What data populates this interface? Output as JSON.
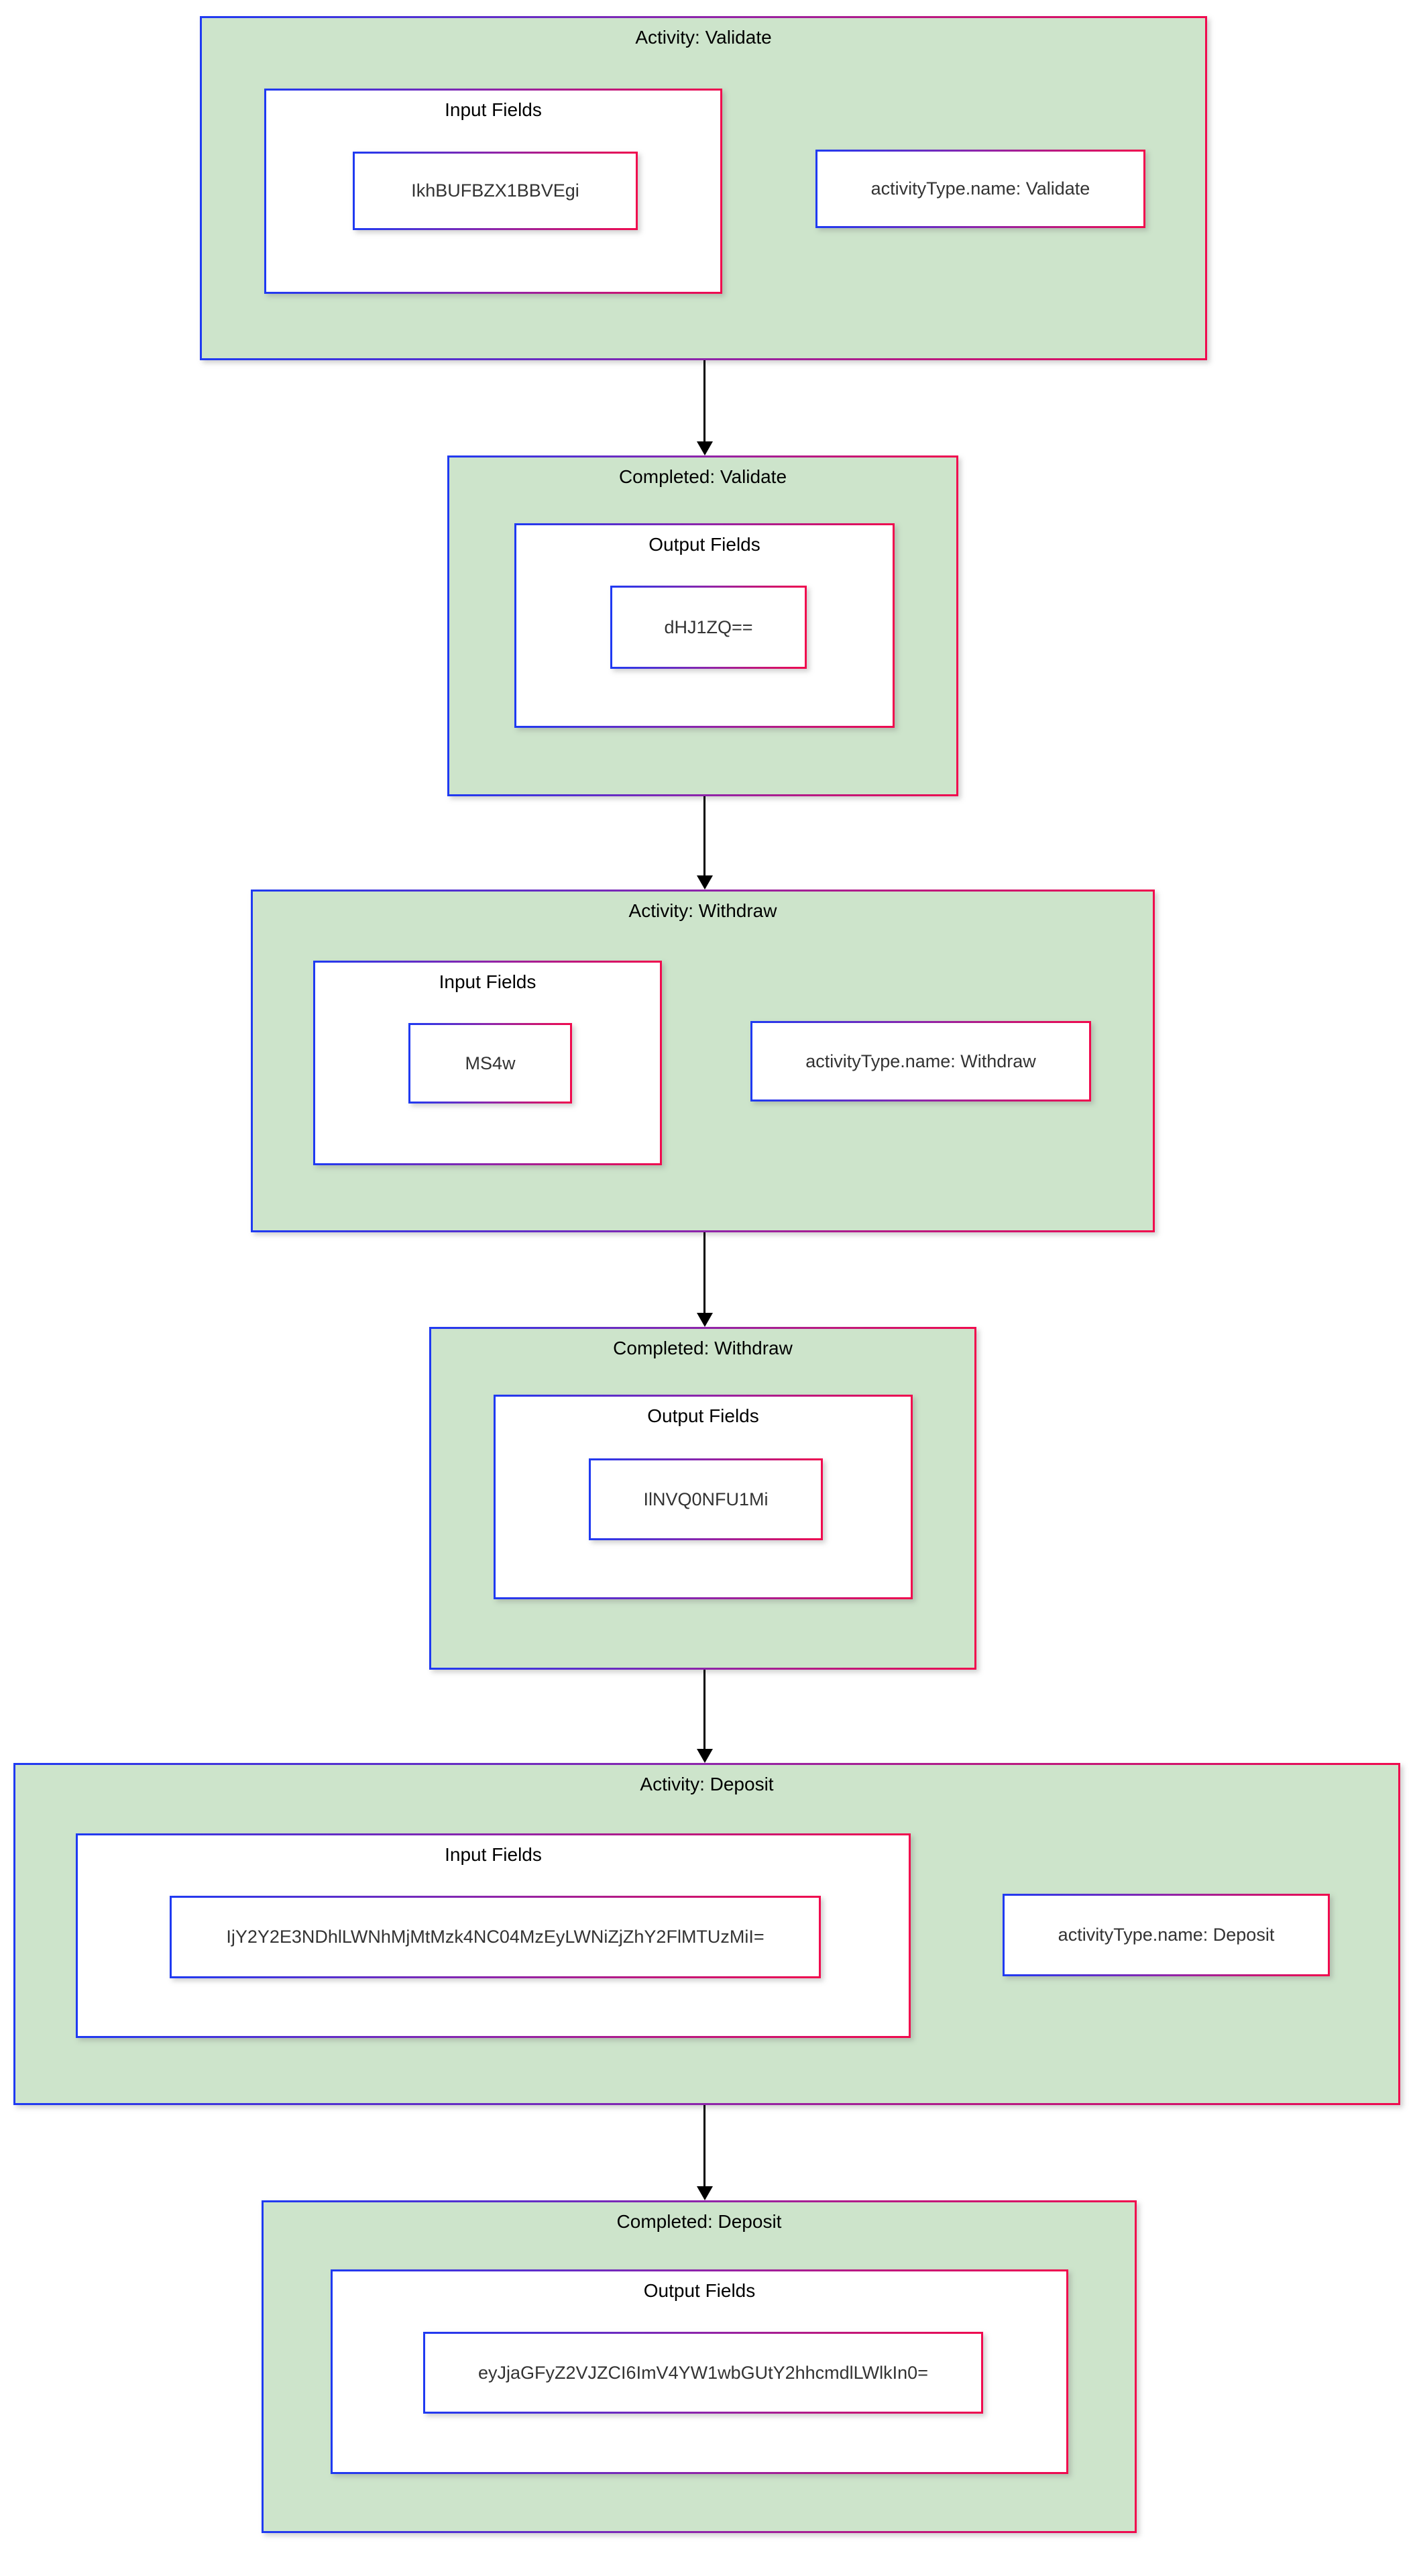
{
  "colors": {
    "canvas": "#ffffff",
    "subgraph_fill": "#cde4cb",
    "node_fill": "#ffffff",
    "border_start": "#1f3af2",
    "border_mid": "#8e24aa",
    "border_end": "#f00a4e",
    "edge": "#000000",
    "title_text": "#000000",
    "token_text": "#333333"
  },
  "flow": [
    {
      "title": "Activity: Validate",
      "fields_label": "Input Fields",
      "token": "IkhBUFBZX1BBVEgi",
      "attribute": "activityType.name: Validate"
    },
    {
      "title": "Completed: Validate",
      "fields_label": "Output Fields",
      "token": "dHJ1ZQ=="
    },
    {
      "title": "Activity: Withdraw",
      "fields_label": "Input Fields",
      "token": "MS4w",
      "attribute": "activityType.name: Withdraw"
    },
    {
      "title": "Completed: Withdraw",
      "fields_label": "Output Fields",
      "token": "IlNVQ0NFU1Mi"
    },
    {
      "title": "Activity: Deposit",
      "fields_label": "Input Fields",
      "token": "IjY2Y2E3NDhlLWNhMjMtMzk4NC04MzEyLWNiZjZhY2FlMTUzMiI=",
      "attribute": "activityType.name: Deposit"
    },
    {
      "title": "Completed: Deposit",
      "fields_label": "Output Fields",
      "token": "eyJjaGFyZ2VJZCI6ImV4YW1wbGUtY2hhcmdlLWlkIn0="
    }
  ]
}
